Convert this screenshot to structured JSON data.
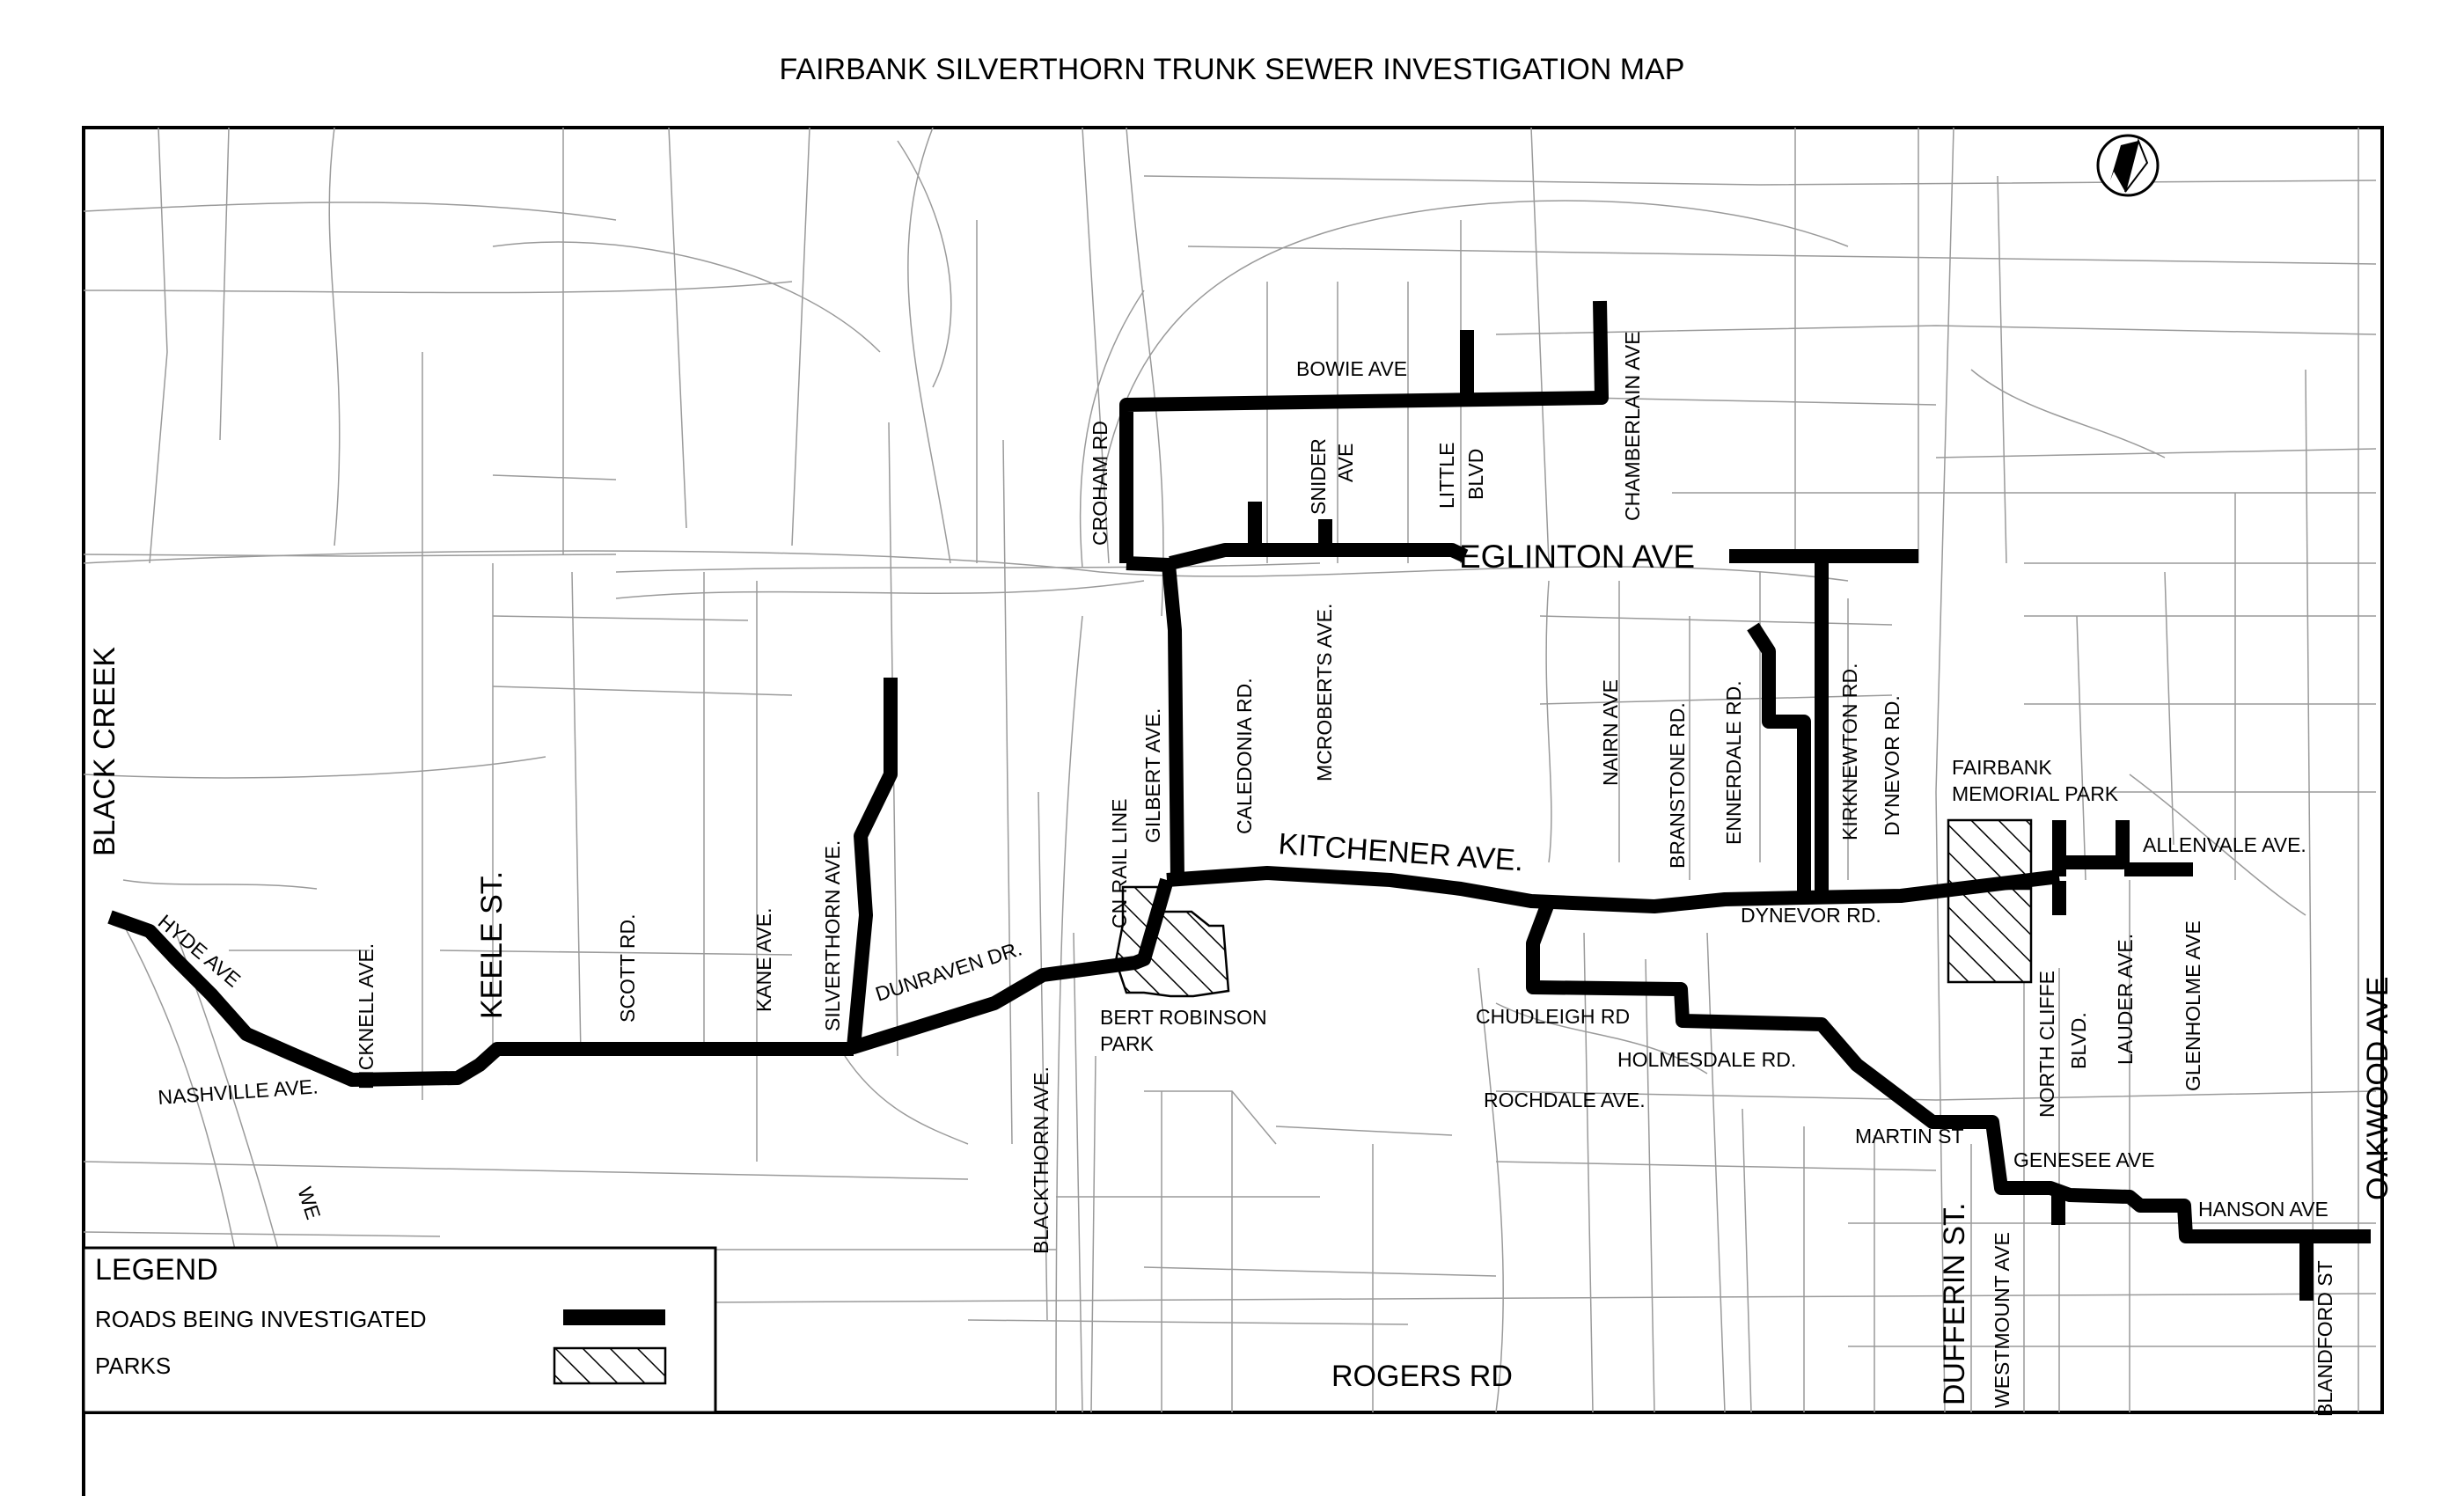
{
  "title": "FAIRBANK SILVERTHORN TRUNK SEWER INVESTIGATION MAP",
  "compass": {
    "icon": "north-arrow-icon"
  },
  "legend": {
    "heading": "LEGEND",
    "items": [
      {
        "label": "ROADS  BEING  INVESTIGATED",
        "symbol": "thick-black-line"
      },
      {
        "label": "PARKS",
        "symbol": "hatched-box"
      }
    ]
  },
  "streets": {
    "black_creek": "BLACK CREEK",
    "hyde": "HYDE AVE",
    "bicknell": "BICKNELL AVE.",
    "keele": "KEELE ST.",
    "nashville": "NASHVILLE AVE.",
    "scott": "SCOTT RD.",
    "kane": "KANE AVE.",
    "silverthorn": "SILVERTHORN AVE.",
    "dunraven": "DUNRAVEN DR.",
    "cn_rail": "CN RAIL LINE",
    "gilbert": "GILBERT AVE.",
    "croham": "CROHAM RD",
    "bowie": "BOWIE AVE",
    "snider_1": "SNIDER",
    "snider_2": "AVE",
    "little_1": "LITTLE",
    "little_2": "BLVD",
    "chamberlain": "CHAMBERLAIN AVE",
    "eglinton": "EGLINTON AVE",
    "caledonia": "CALEDONIA RD.",
    "mcroberts": "MCROBERTS AVE.",
    "kitchener": "KITCHENER AVE.",
    "nairn": "NAIRN AVE",
    "branstone": "BRANSTONE RD.",
    "ennerdale": "ENNERDALE RD.",
    "kirknewton": "KIRKNEWTON RD.",
    "dynevor_v": "DYNEVOR RD.",
    "dynevor_h": "DYNEVOR RD.",
    "fairbank_1": "FAIRBANK",
    "fairbank_2": "MEMORIAL PARK",
    "allenvale": "ALLENVALE AVE.",
    "bert_1": "BERT ROBINSON",
    "bert_2": "PARK",
    "blackthorn": "BLACKTHORN AVE.",
    "chudleigh": "CHUDLEIGH RD",
    "holmesdale": "HOLMESDALE RD.",
    "rochdale": "ROCHDALE AVE.",
    "martin": "MARTIN ST",
    "dufferin": "DUFFERIN ST.",
    "westmount": "WESTMOUNT AVE",
    "north_cliffe_1": "NORTH CLIFFE",
    "north_cliffe_2": "BLVD.",
    "lauder": "LAUDER AVE.",
    "glenholme": "GLENHOLME AVE",
    "oakwood": "OAKWOOD AVE",
    "genesee": "GENESEE AVE",
    "hanson": "HANSON AVE",
    "blandford": "BLANDFORD ST",
    "rogers": "ROGERS RD",
    "weston_partial": "WE"
  }
}
